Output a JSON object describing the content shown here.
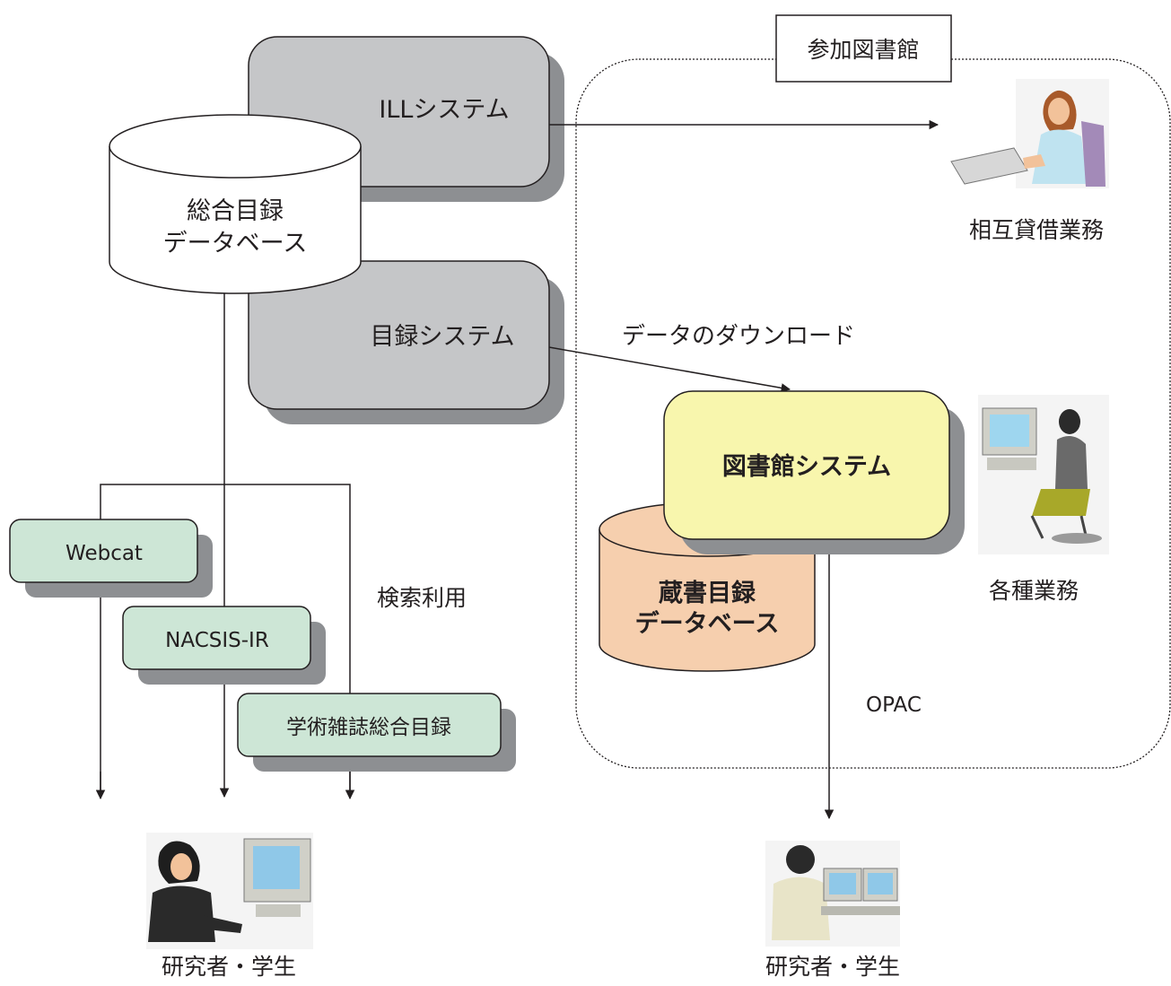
{
  "participating_libraries": {
    "label": "参加図書館"
  },
  "nacsis_side": {
    "union_catalog_db": {
      "line1": "総合目録",
      "line2": "データベース"
    },
    "ill_system": "ILLシステム",
    "catalog_system": "目録システム",
    "services": [
      {
        "label": "Webcat"
      },
      {
        "label": "NACSIS-IR"
      },
      {
        "label": "学術雑誌総合目録"
      }
    ],
    "search_use": "検索利用",
    "end_user": "研究者・学生"
  },
  "library_side": {
    "download_label": "データのダウンロード",
    "library_system": "図書館システム",
    "holdings_db": {
      "line1": "蔵書目録",
      "line2": "データベース"
    },
    "ill_work": "相互貸借業務",
    "various_work": "各種業務",
    "opac": "OPAC",
    "end_user": "研究者・学生"
  },
  "colors": {
    "system_box": "#c5c6c8",
    "shadow": "#8d8f92",
    "service_box": "#cde6d6",
    "library_system_box": "#f8f6ad",
    "holdings_db": "#f6cfae",
    "line": "#231f20"
  }
}
